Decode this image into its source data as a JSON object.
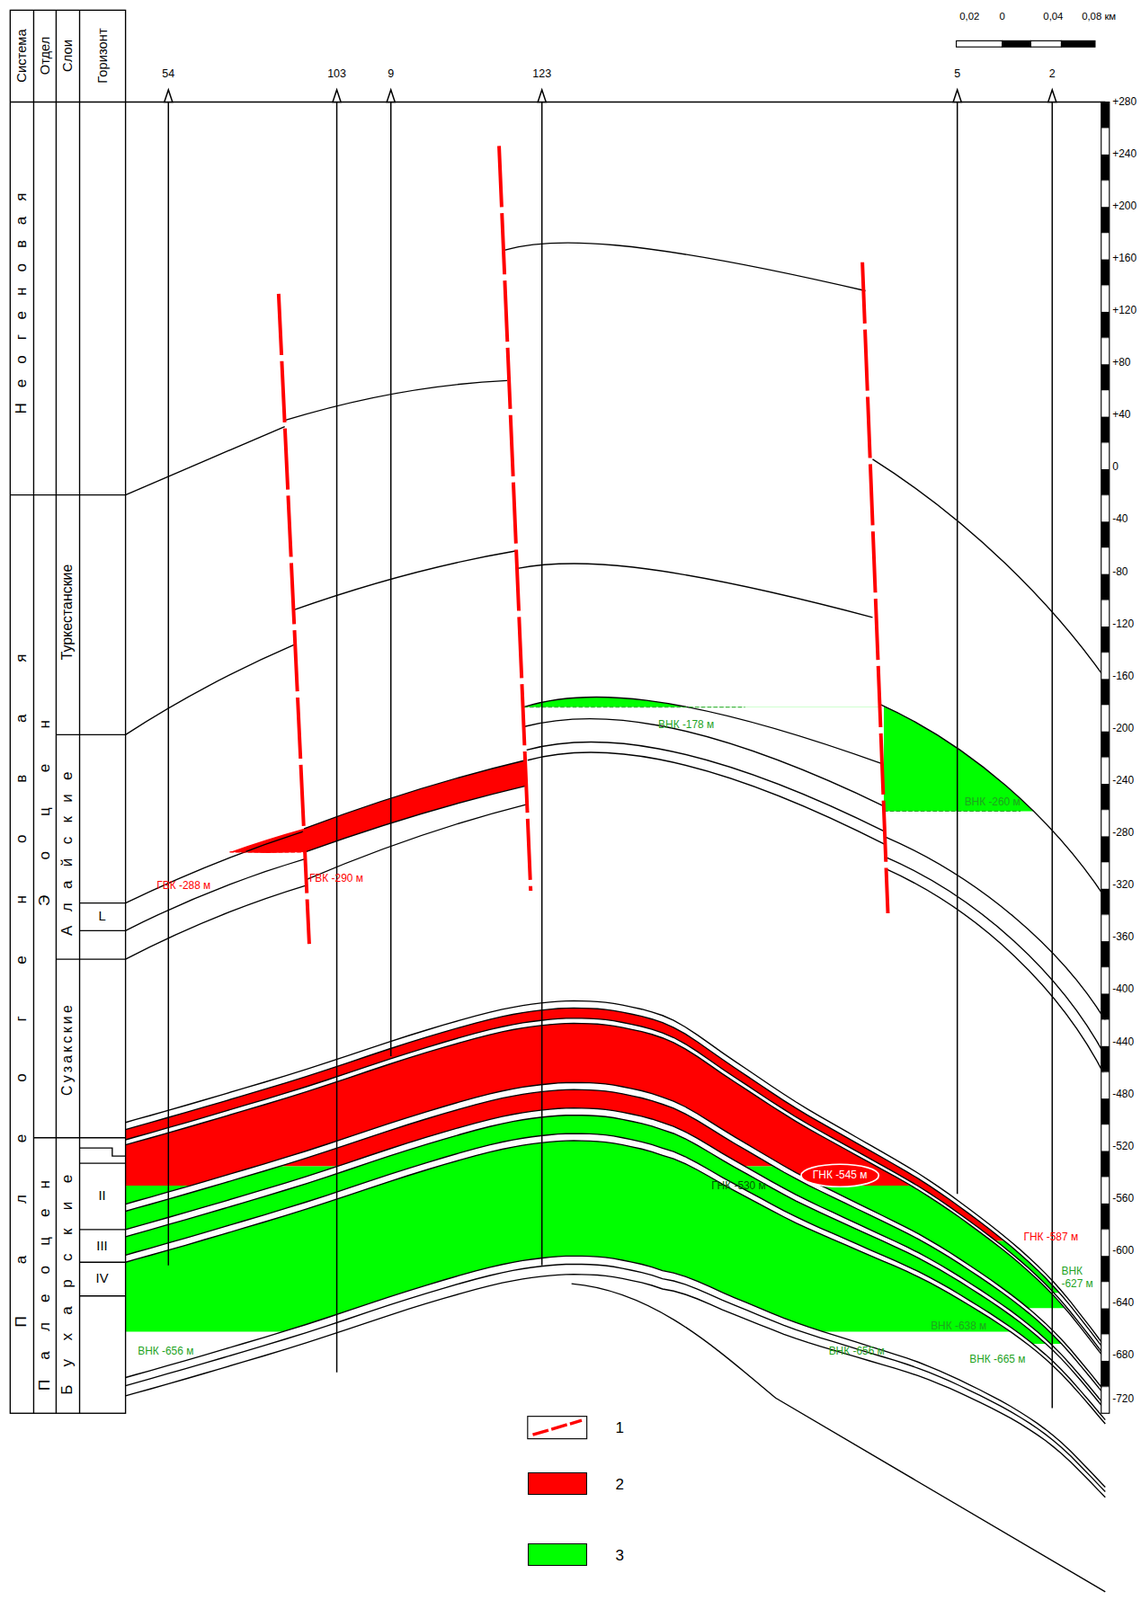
{
  "diagram": {
    "labels": [
      "Система",
      "Отдел",
      "Слои",
      "Горизонт",
      "Неогеновая",
      "Палеогеновая",
      "Эоцен",
      "Палеоцен",
      "Туркестанские",
      "Алайские",
      "Сузакские",
      "Бухарские",
      "L",
      "II",
      "III",
      "IV",
      "54",
      "103",
      "9",
      "123",
      "5",
      "2",
      "0,02",
      "0",
      "0,04",
      "0,08 км",
      "+280",
      "+240",
      "+200",
      "+160",
      "+120",
      "+80",
      "+40",
      "0",
      "-40",
      "-80",
      "-120",
      "-160",
      "-200",
      "-240",
      "-280",
      "-320",
      "-360",
      "-400",
      "-440",
      "-480",
      "-520",
      "-560",
      "-600",
      "-640",
      "-680",
      "-720",
      "ГВК -288 м",
      "ГВК -290 м",
      "ВНК -178 м",
      "ВНК -260 м",
      "ГНК -530 м",
      "ГНК -545 м",
      "ГНК -587 м",
      "ВНК -627 м",
      "ВНК -638 м",
      "ВНК -656 м",
      "ВНК -656 м",
      "ВНК -665 м"
    ],
    "legend": [
      {
        "text": "1"
      },
      {
        "text": "2",
        "color": "#ff0000"
      },
      {
        "text": "3",
        "color": "#00ff00"
      }
    ]
  }
}
